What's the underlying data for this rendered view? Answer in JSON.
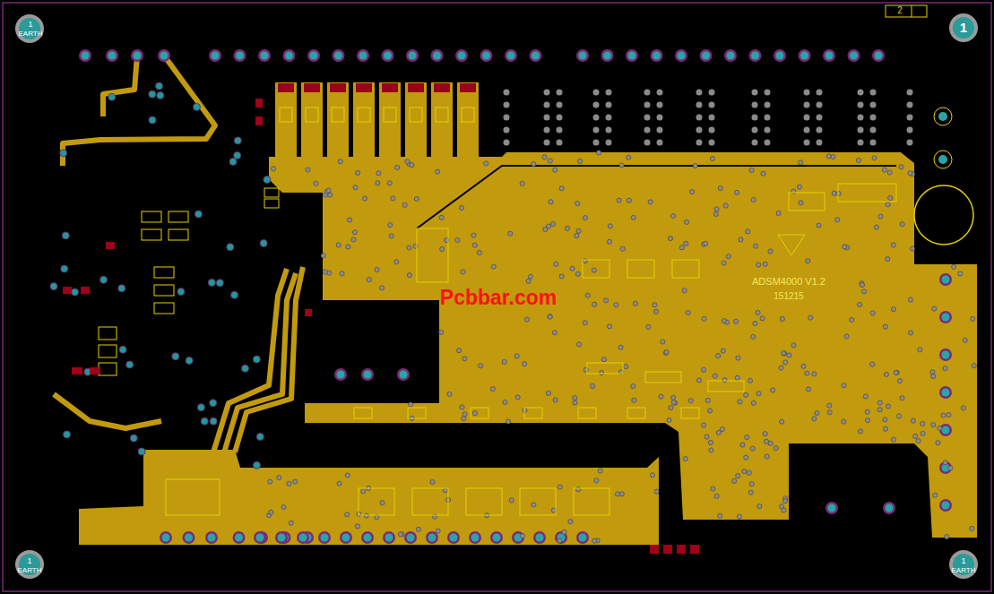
{
  "diagram": {
    "labels": [
      "1",
      "EARTH",
      "2",
      "1",
      "ADSM4000 V1.2",
      "151215",
      "Pcbbar.com",
      "1",
      "EARTH",
      "1",
      "EARTH"
    ]
  }
}
